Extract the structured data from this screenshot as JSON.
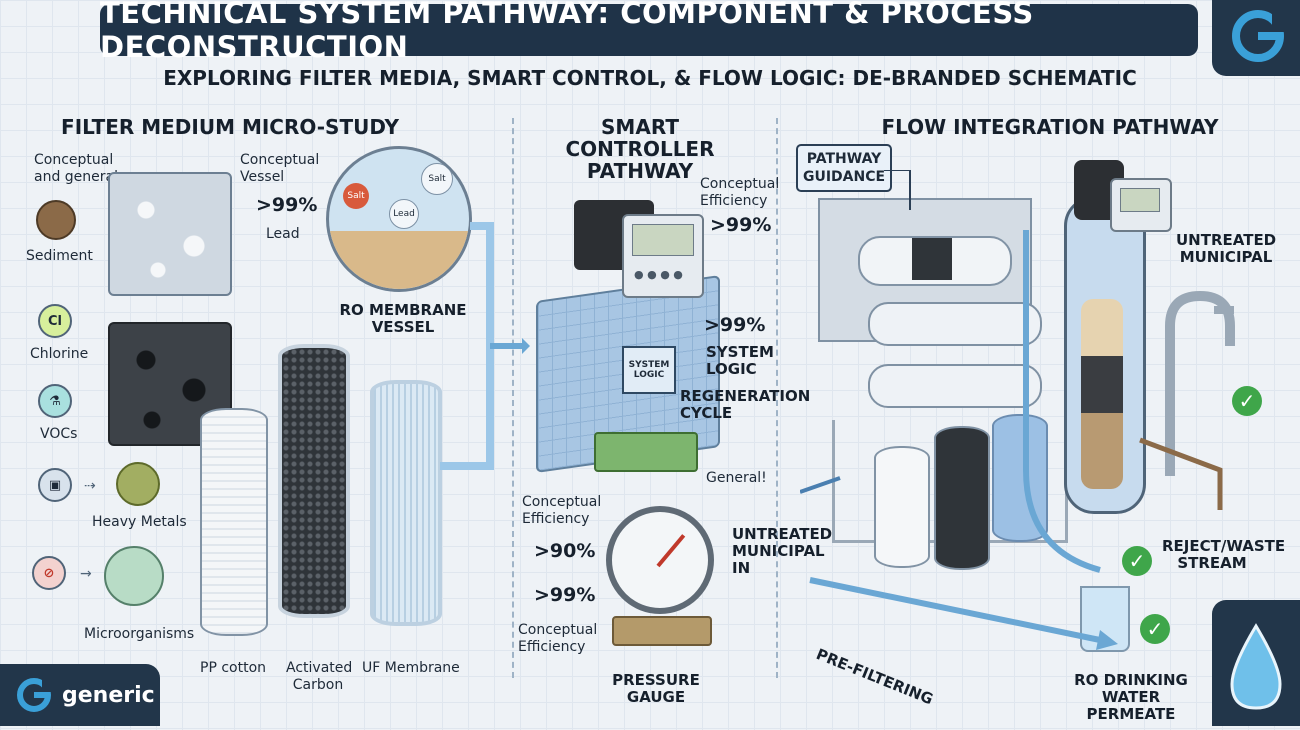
{
  "header": {
    "title": "TECHNICAL SYSTEM PATHWAY: COMPONENT & PROCESS DECONSTRUCTION",
    "subtitle": "EXPLORING FILTER MEDIA, SMART CONTROL, & FLOW LOGIC: DE-BRANDED SCHEMATIC"
  },
  "sections": {
    "filter": "FILTER MEDIUM MICRO-STUDY",
    "controller": "SMART CONTROLLER PATHWAY",
    "flow": "FLOW INTEGRATION PATHWAY"
  },
  "filter": {
    "conceptual_general": "Conceptual and general",
    "sediment": "Sediment",
    "chlorine": "Chlorine",
    "vocs": "VOCs",
    "heavy_metals": "Heavy Metals",
    "microorganisms": "Microorganisms",
    "cl_icon_text": "Cl",
    "vessel_label": "Conceptual Vessel",
    "pct99": ">99%",
    "lead": "Lead",
    "ro_vessel": "RO MEMBRANE VESSEL",
    "bubbles": [
      "Salt",
      "Salt",
      "Lead"
    ],
    "cartridges": [
      "PP cotton",
      "Activated Carbon",
      "UF Membrane"
    ]
  },
  "controller": {
    "eff_top": "Conceptual Efficiency",
    "pct_top": ">99%",
    "pct_mid": ">99%",
    "system_logic_board": "SYSTEM LOGIC",
    "system_logic": "SYSTEM LOGIC",
    "regen": "REGENERATION CYCLE",
    "general": "General!",
    "eff_mid": "Conceptual Efficiency",
    "pct90": ">90%",
    "pct99b": ">99%",
    "eff_bottom": "Conceptual Efficiency",
    "gauge": "PRESSURE GAUGE"
  },
  "flow": {
    "guidance": "PATHWAY GUIDANCE",
    "untreated_top": "UNTREATED MUNICIPAL",
    "untreated_in": "UNTREATED MUNICIPAL IN",
    "reject": "REJECT/WASTE STREAM",
    "prefiltering": "PRE-FILTERING",
    "ro_out": "RO DRINKING WATER PERMEATE"
  },
  "footer": {
    "brand": "generic",
    "logo_letter": "G"
  },
  "colors": {
    "navy": "#1f3348",
    "check": "#3fa64a",
    "water": "#9cc7e8"
  }
}
